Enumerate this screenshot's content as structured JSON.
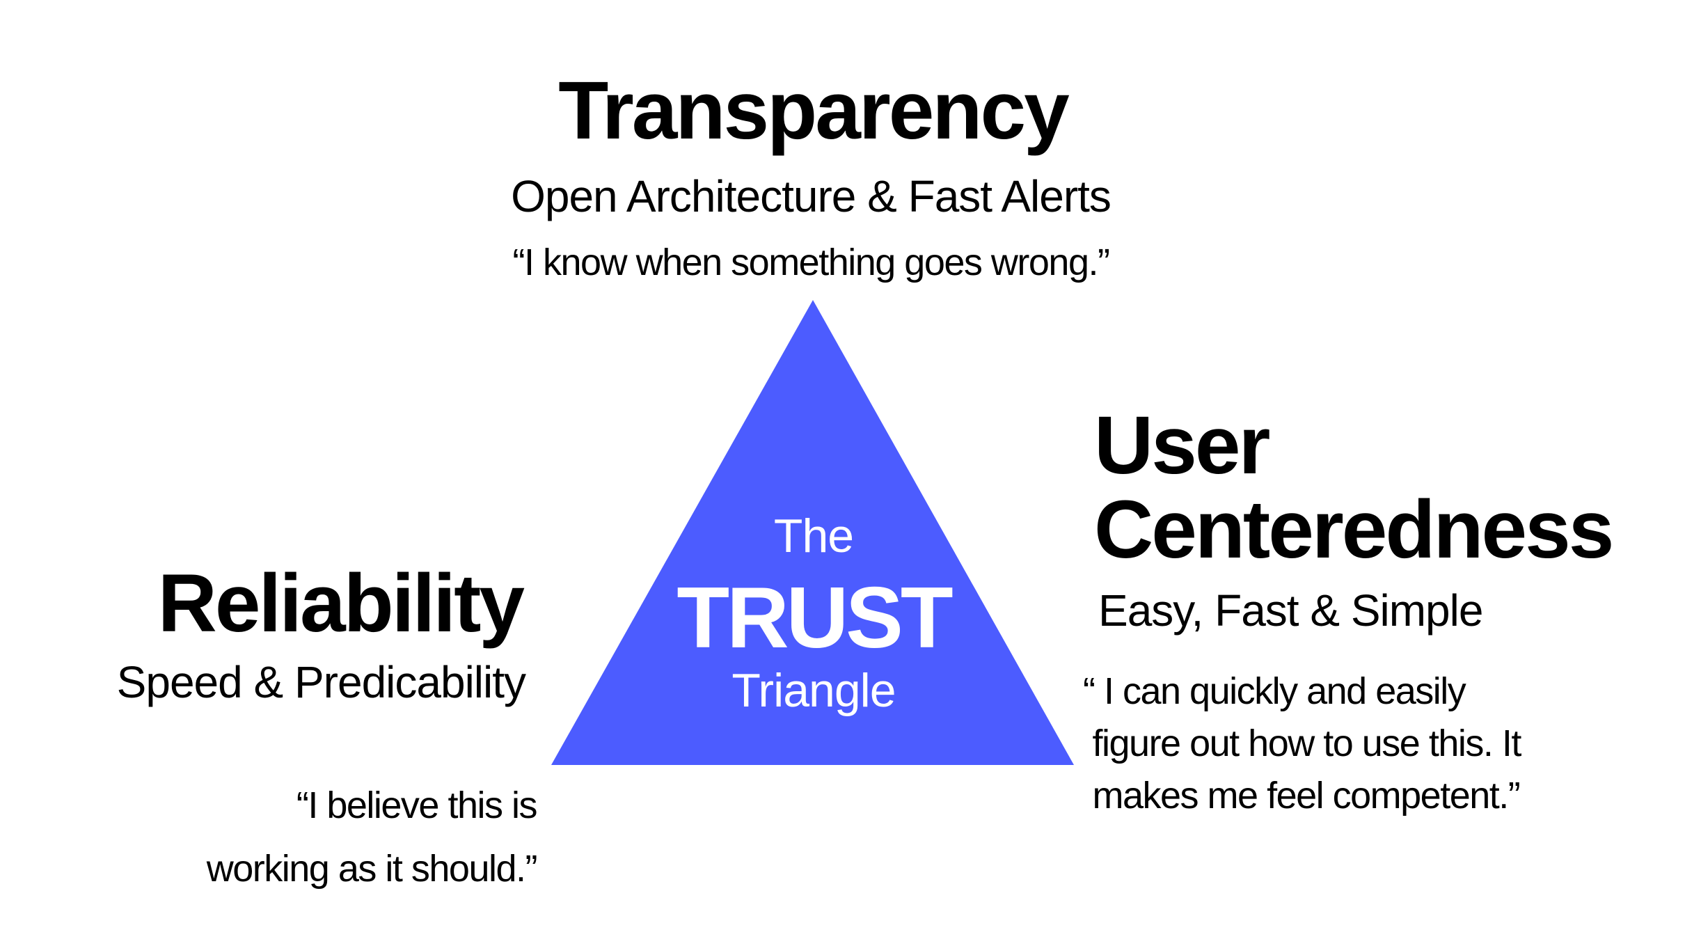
{
  "colors": {
    "triangle_fill": "#4C5CFF",
    "text_dark": "#000000",
    "text_on_triangle": "#FFFFFF",
    "background": "#FFFFFF"
  },
  "center": {
    "line1": "The",
    "line2": "TRUST",
    "line3": "Triangle"
  },
  "pillars": {
    "top": {
      "title": "Transparency",
      "subtitle": "Open Architecture & Fast Alerts",
      "quote_lines": [
        "“I know when something goes wrong.”"
      ]
    },
    "left": {
      "title": "Reliability",
      "subtitle": "Speed & Predicability",
      "quote_lines": [
        "“I believe this is",
        "working as it should.”"
      ]
    },
    "right": {
      "title_lines": [
        "User",
        "Centeredness"
      ],
      "subtitle": "Easy, Fast & Simple",
      "quote_lines": [
        "“ I can quickly and easily",
        " figure out how to use this. It",
        " makes me feel competent.”"
      ]
    }
  }
}
